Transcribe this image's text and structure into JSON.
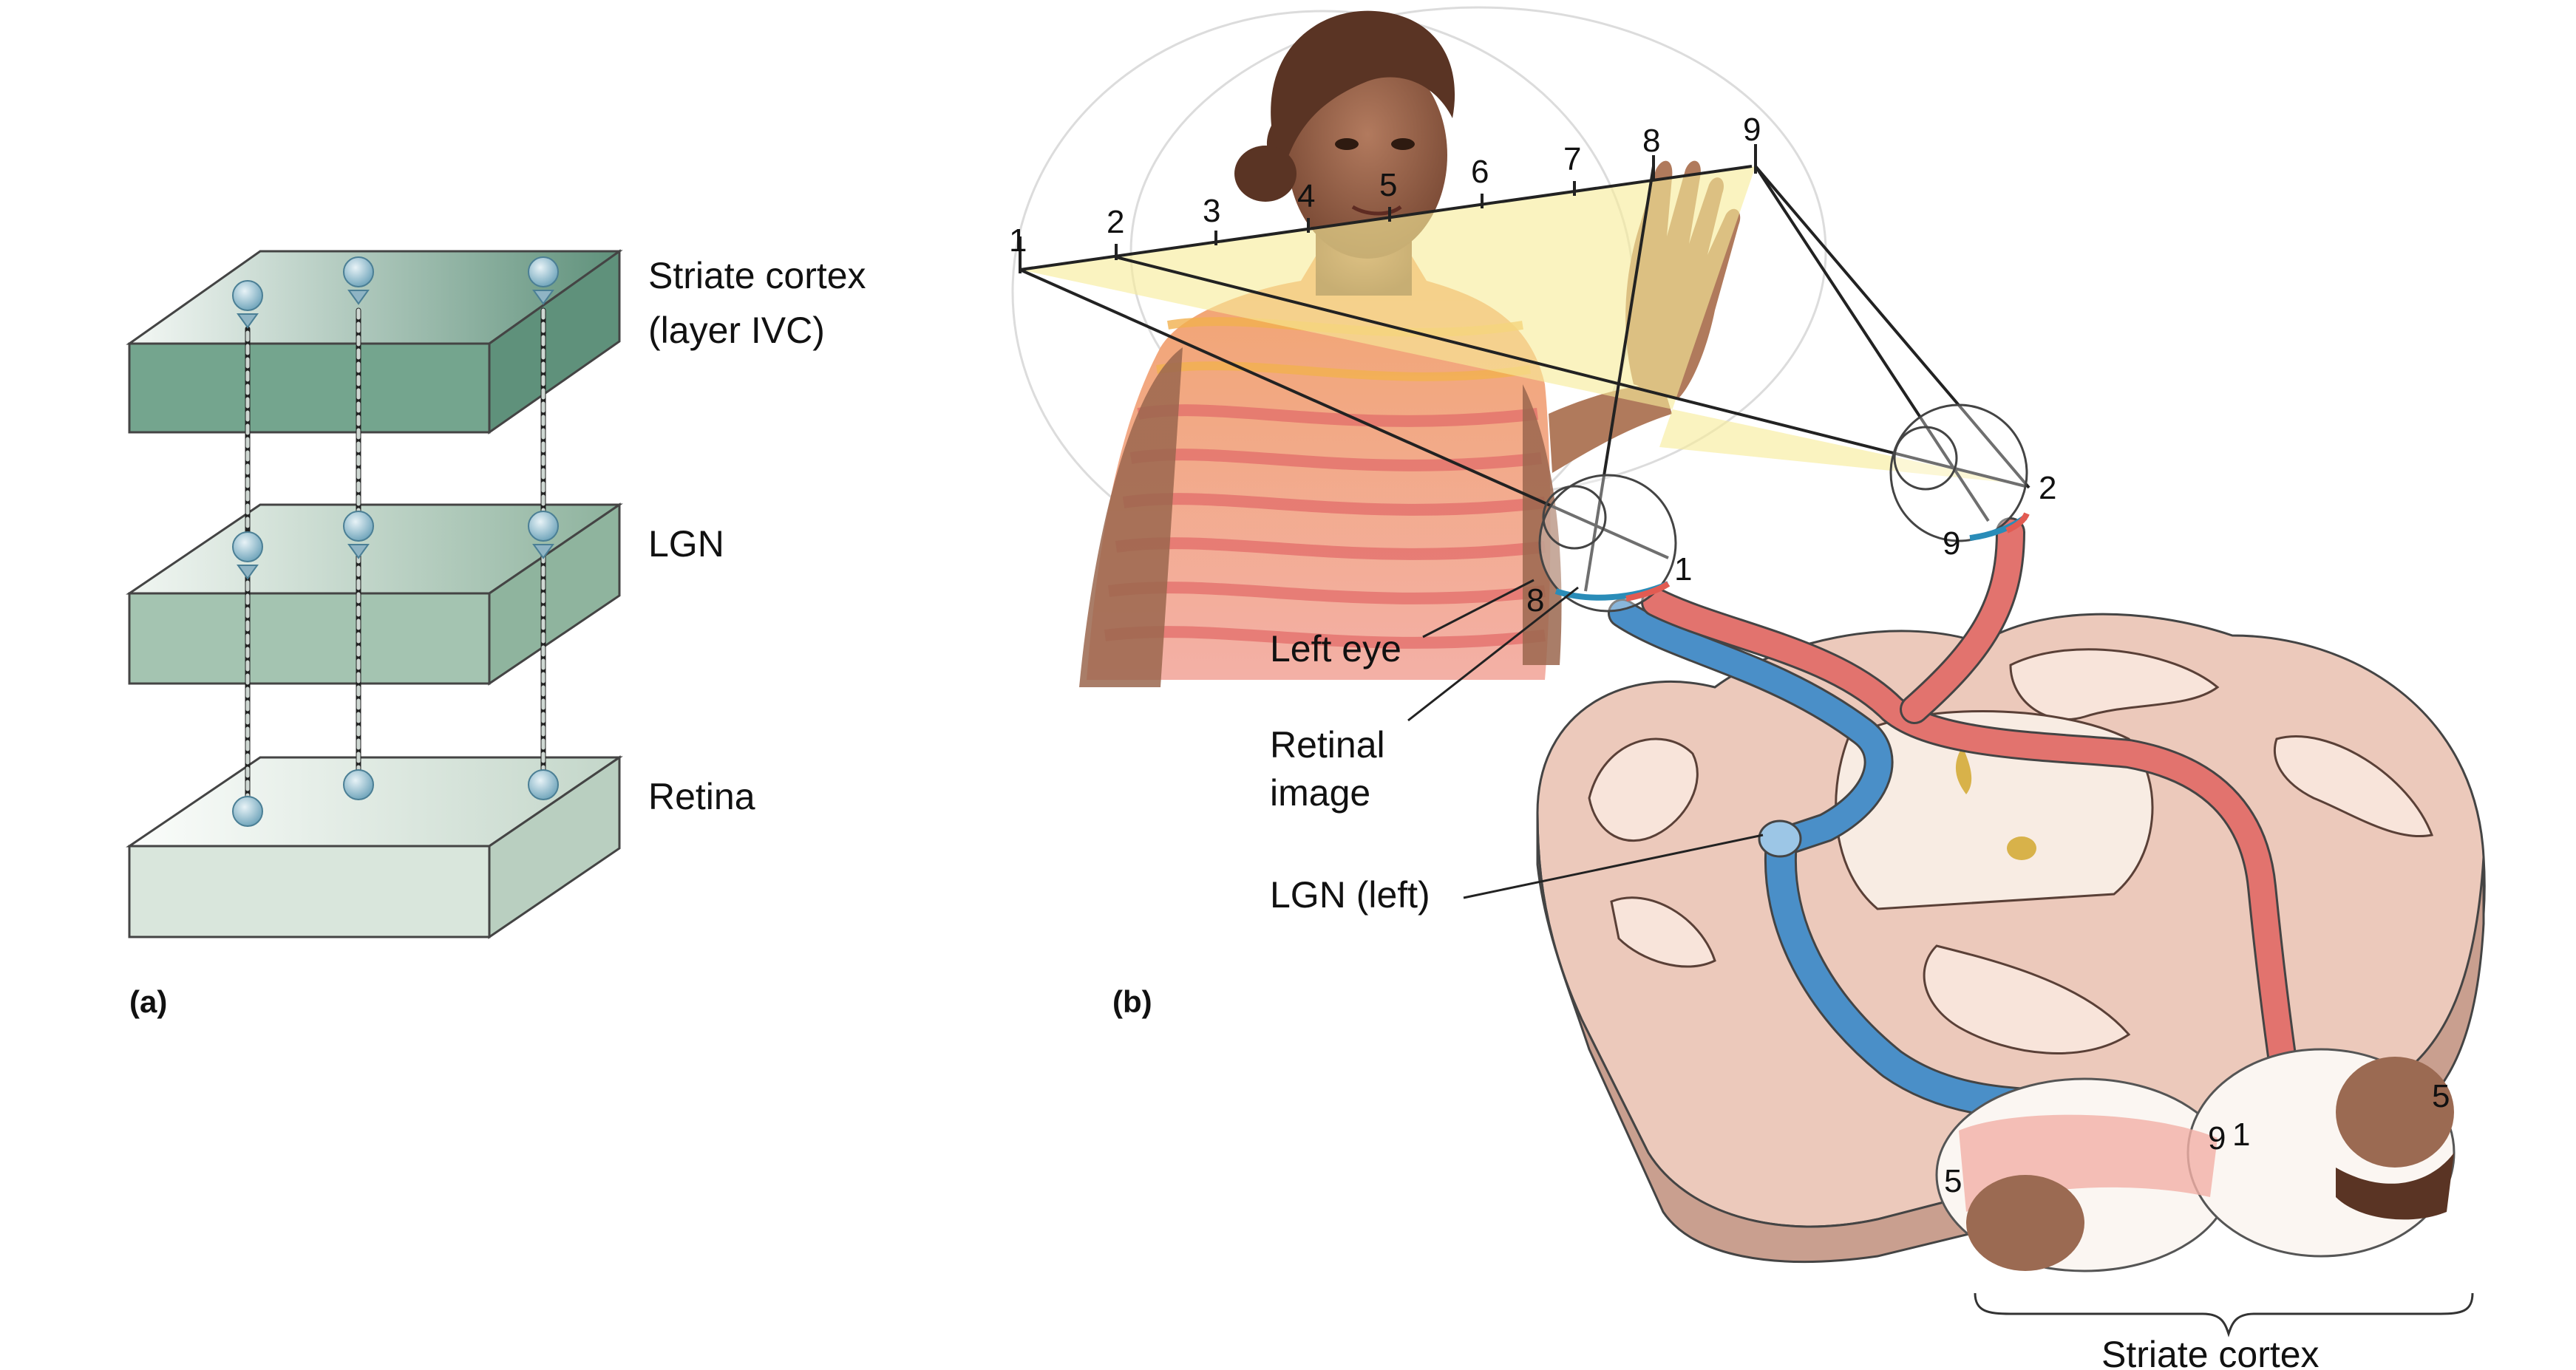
{
  "panel_a": {
    "label": "(a)",
    "layers": [
      {
        "name": "Striate cortex",
        "name_line2": "(layer IVC)"
      },
      {
        "name": "LGN"
      },
      {
        "name": "Retina"
      }
    ]
  },
  "panel_b": {
    "label": "(b)",
    "labels": {
      "left_eye": "Left eye",
      "retinal_image_line1": "Retinal",
      "retinal_image_line2": "image",
      "lgn_left": "LGN (left)",
      "striate_cortex": "Striate cortex"
    },
    "visual_field_points": [
      "1",
      "2",
      "3",
      "4",
      "5",
      "6",
      "7",
      "8",
      "9"
    ],
    "left_eye_retina_labels": [
      "8",
      "1"
    ],
    "right_eye_retina_labels": [
      "9",
      "2"
    ],
    "cortex_labels": [
      "5",
      "9",
      "1",
      "5"
    ]
  },
  "colors": {
    "slab_top_cortex": "#7fa894",
    "slab_front_cortex": "#74a58e",
    "slab_front_lgn": "#a4c4b1",
    "slab_front_retina": "#d9e6dc",
    "visual_field_yellow": "#f7ec9a",
    "pathway_blue": "#4a8fc8",
    "pathway_red": "#e2736e",
    "brain_pink": "#ecc9bb"
  }
}
